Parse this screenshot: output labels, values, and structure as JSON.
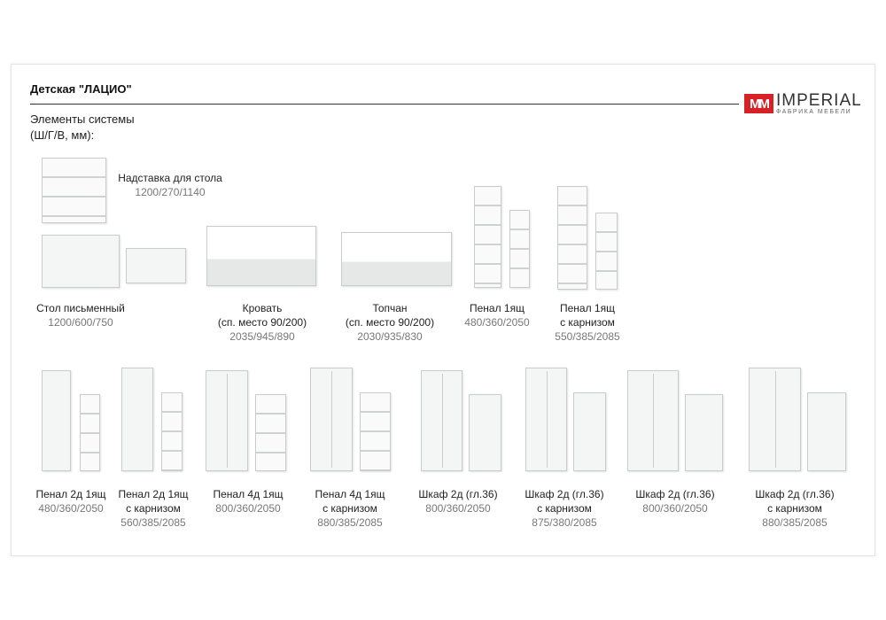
{
  "header": {
    "title": "Детская \"ЛАЦИО\"",
    "subtitle_line1": "Элементы системы",
    "subtitle_line2": "(Ш/Г/В, мм):"
  },
  "logo": {
    "mark": "MM",
    "name": "IMPERIAL",
    "tagline": "ФАБРИКА МЕБЕЛИ",
    "brand_color": "#d82027"
  },
  "products": [
    {
      "name": "Надставка для стола",
      "dims": "1200/270/1140"
    },
    {
      "name": "Стол письменный",
      "dims": "1200/600/750"
    },
    {
      "name": "Кровать",
      "name2": "(сп. место 90/200)",
      "dims": "2035/945/890"
    },
    {
      "name": "Топчан",
      "name2": "(сп. место 90/200)",
      "dims": "2030/935/830"
    },
    {
      "name": "Пенал 1ящ",
      "dims": "480/360/2050"
    },
    {
      "name": "Пенал 1ящ",
      "name2": "с карнизом",
      "dims": "550/385/2085"
    },
    {
      "name": "Пенал 2д 1ящ",
      "dims": "480/360/2050"
    },
    {
      "name": "Пенал 2д 1ящ",
      "name2": "с карнизом",
      "dims": "560/385/2085"
    },
    {
      "name": "Пенал 4д 1ящ",
      "dims": "800/360/2050"
    },
    {
      "name": "Пенал 4д 1ящ",
      "name2": "с карнизом",
      "dims": "880/385/2085"
    },
    {
      "name": "Шкаф 2д (гл.36)",
      "dims": "800/360/2050"
    },
    {
      "name": "Шкаф 2д (гл.36)",
      "name2": "с карнизом",
      "dims": "875/380/2085"
    },
    {
      "name": "Шкаф 2д (гл.36)",
      "dims": "800/360/2050"
    },
    {
      "name": "Шкаф 2д (гл.36)",
      "name2": "с карнизом",
      "dims": "880/385/2085"
    }
  ]
}
